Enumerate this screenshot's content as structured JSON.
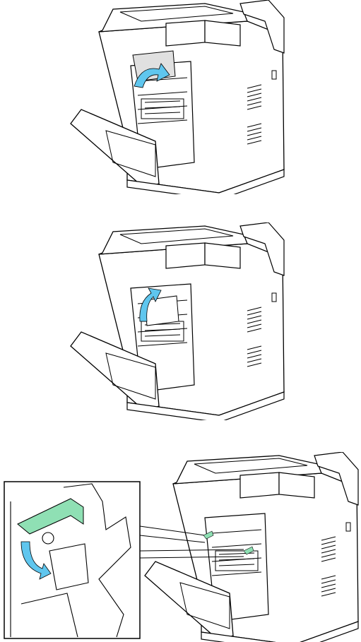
{
  "document": {
    "steps": [
      {
        "illustration": "printer-rear-paper-removal",
        "arrow": "curved-upward-arrow",
        "highlight_color": "#5fc6ee"
      },
      {
        "illustration": "printer-rear-fuser-cover-raise",
        "arrow": "curved-upward-arrow",
        "highlight_color": "#5fc6ee"
      },
      {
        "illustration": "printer-rear-fuser-lever-lower",
        "arrow": "curved-downward-arrow",
        "highlight_color": "#5fc6ee",
        "lever_color": "#8fe0b4"
      }
    ]
  }
}
